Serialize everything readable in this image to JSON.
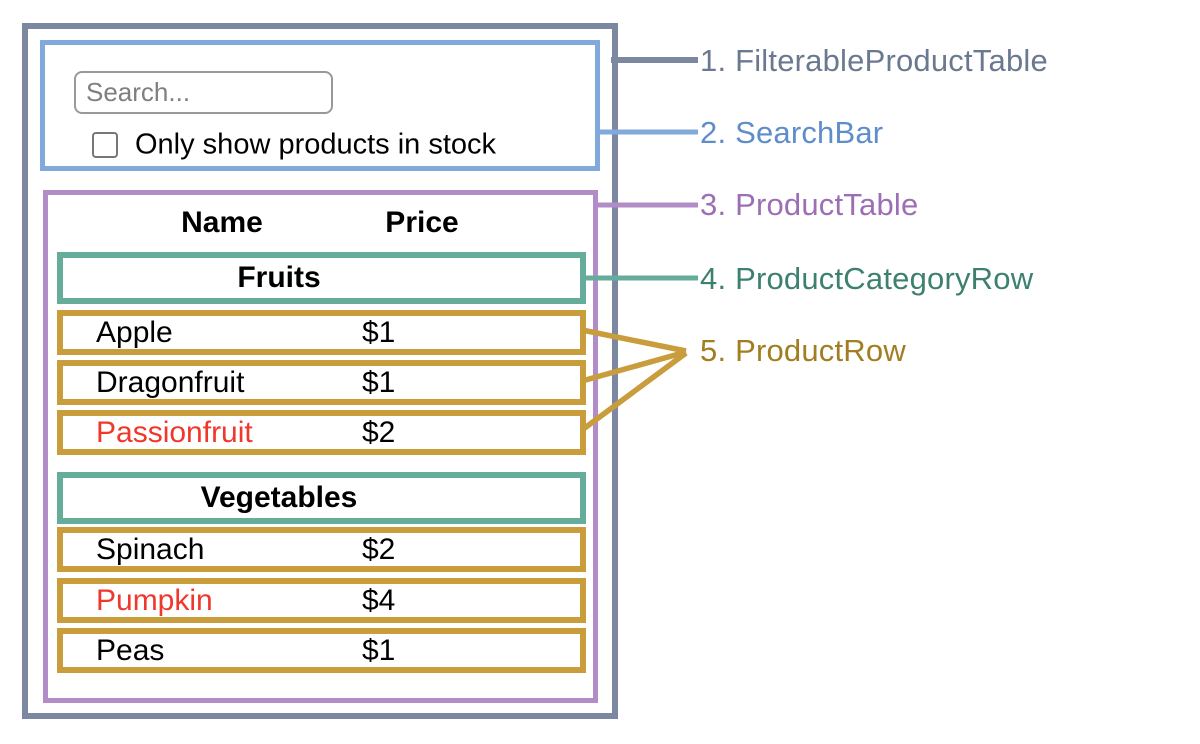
{
  "colors": {
    "slate": "#7C88A1",
    "slate-text": "#6B7990",
    "blue": "#82A9DB",
    "blue-text": "#5E8DC9",
    "purple": "#B28CC6",
    "purple-text": "#9C6FB5",
    "teal": "#66AC9B",
    "teal-text": "#3E8070",
    "gold": "#C99C3C",
    "gold-text": "#A17E22",
    "red": "#F0372B",
    "text": "#000000",
    "input-border": "#999999",
    "placeholder": "#7F7F7F",
    "checkbox-border": "#777777"
  },
  "search_bar": {
    "placeholder": "Search...",
    "checkbox_label": "Only show products in stock",
    "checkbox_checked": false
  },
  "product_table": {
    "name_header": "Name",
    "price_header": "Price",
    "sections": [
      {
        "category": "Fruits",
        "rows": [
          {
            "name": "Apple",
            "price": "$1",
            "name_color": "#000000"
          },
          {
            "name": "Dragonfruit",
            "price": "$1",
            "name_color": "#000000"
          },
          {
            "name": "Passionfruit",
            "price": "$2",
            "name_color": "#F0372B"
          }
        ]
      },
      {
        "category": "Vegetables",
        "rows": [
          {
            "name": "Spinach",
            "price": "$2",
            "name_color": "#000000"
          },
          {
            "name": "Pumpkin",
            "price": "$4",
            "name_color": "#F0372B"
          },
          {
            "name": "Peas",
            "price": "$1",
            "name_color": "#000000"
          }
        ]
      }
    ]
  },
  "annotations": [
    {
      "label": "1. FilterableProductTable",
      "color": "#6B7990"
    },
    {
      "label": "2. SearchBar",
      "color": "#5E8DC9"
    },
    {
      "label": "3. ProductTable",
      "color": "#9C6FB5"
    },
    {
      "label": "4. ProductCategoryRow",
      "color": "#3E8070"
    },
    {
      "label": "5. ProductRow",
      "color": "#A17E22"
    }
  ]
}
